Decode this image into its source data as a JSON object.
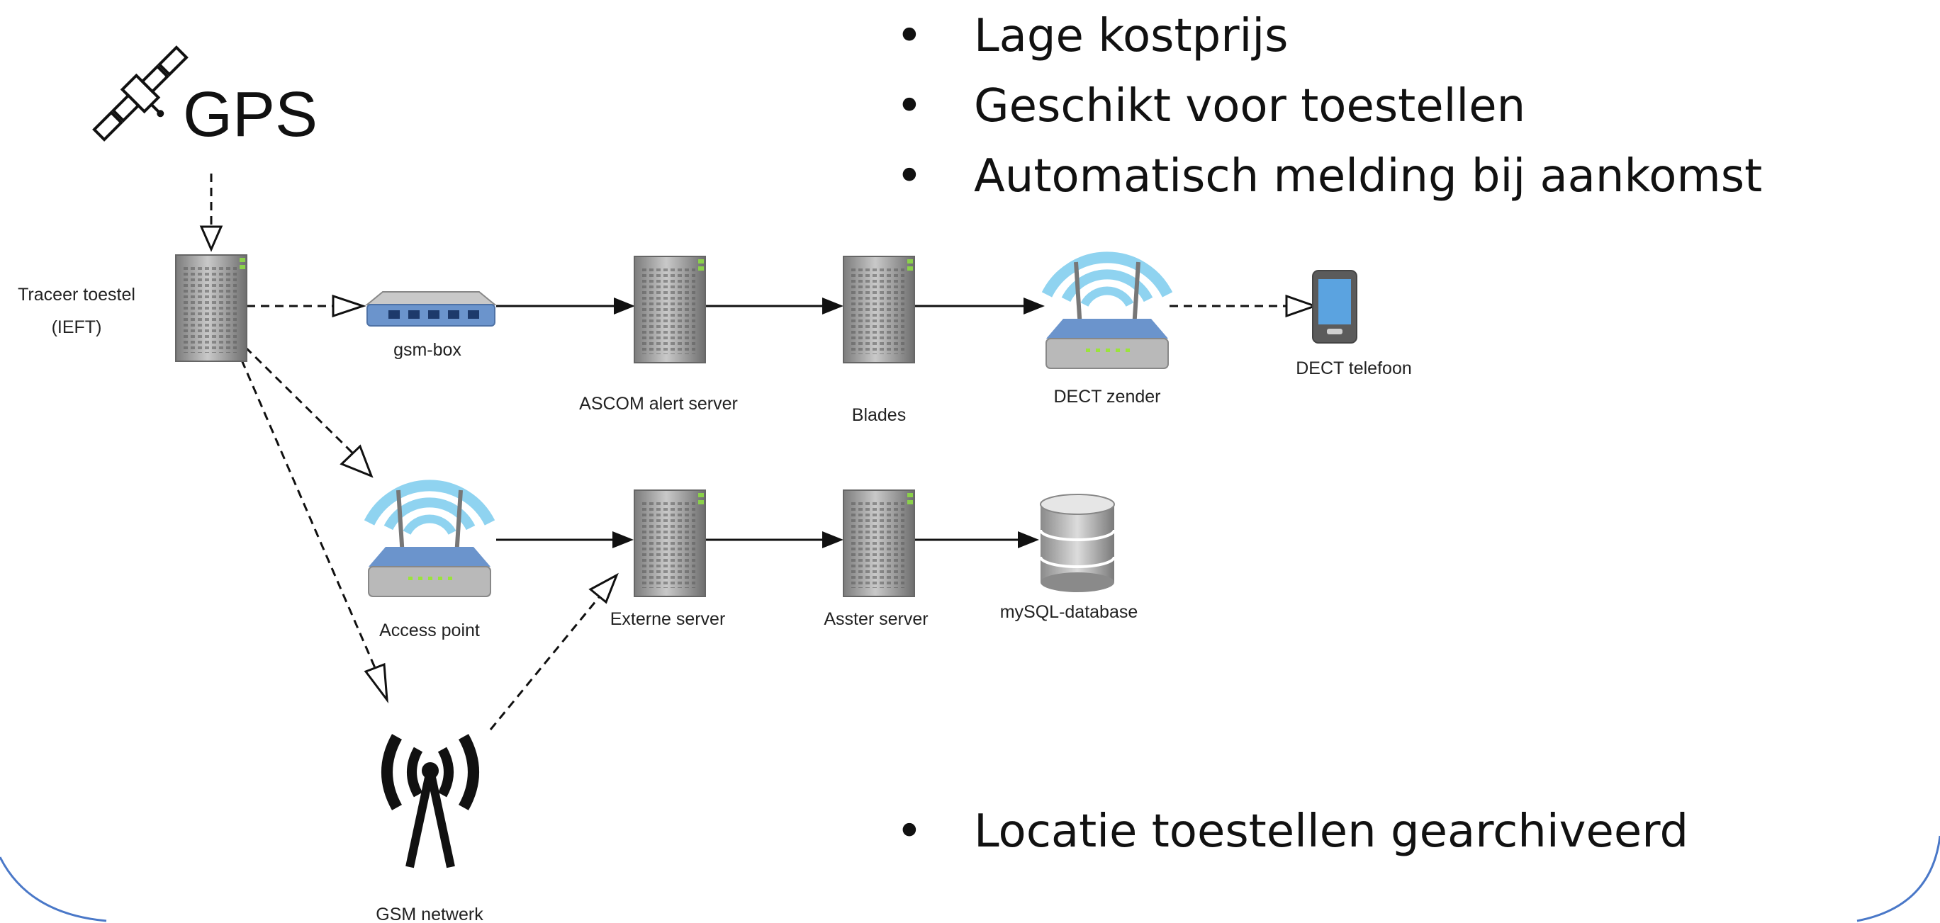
{
  "bullets_top": [
    "Lage kostprijs",
    "Geschikt voor toestellen",
    "Automatisch melding bij aankomst"
  ],
  "bullets_bottom": [
    "Locatie toestellen gearchiveerd"
  ],
  "bullet_symbol": "•",
  "diagram": {
    "gps_label": "GPS",
    "nodes": {
      "tracer": "Traceer toestel\n(IEFT)",
      "gsm_box": "gsm-box",
      "ascom": "ASCOM alert server",
      "blades": "Blades",
      "dect_zender": "DECT zender",
      "dect_phone": "DECT telefoon",
      "access_point": "Access point",
      "externe_server": "Externe server",
      "asster_server": "Asster server",
      "mysql": "mySQL-database",
      "gsm_netwerk": "GSM netwerk"
    }
  },
  "colors": {
    "line": "#111111",
    "wifi_arc": "#8fd3f0",
    "router_blue": "#6b94cc",
    "server_gray": "#9a9a9a",
    "frame_blue": "#4a78c8"
  }
}
